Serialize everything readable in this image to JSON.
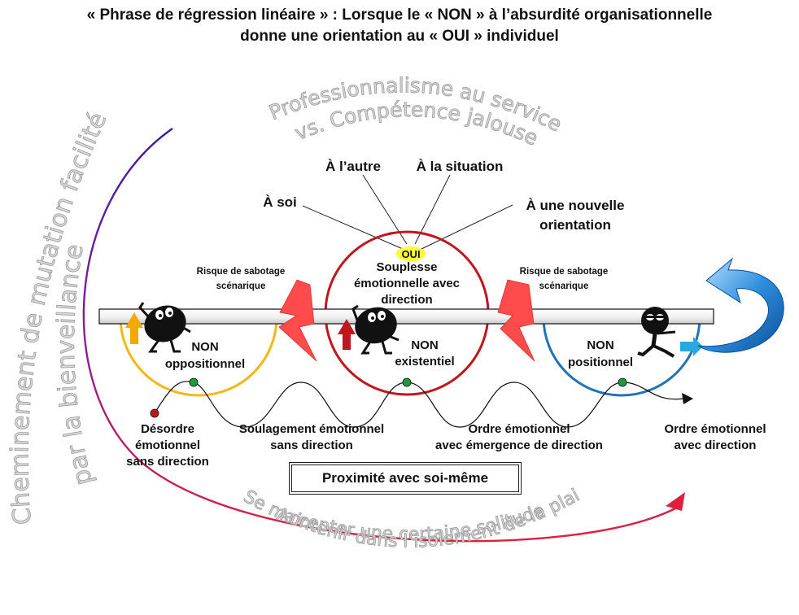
{
  "title": {
    "line1": "« Phrase de régression linéaire » : Lorsque le « NON » à l’absurdité organisationnelle",
    "line2": "donne une orientation au « OUI » individuel"
  },
  "arcs": {
    "top_line1": "Professionnalisme au service",
    "top_line2": "vs. Compétence jalouse",
    "left_line1": "Cheminement de mutation facilité",
    "left_line2": "par la bienveillance",
    "bottom_line1": "Accepter une certaine solitude",
    "bottom_line2": "vs. Se maintenir dans l’isolement de la plainte"
  },
  "yes_targets": {
    "self": "À soi",
    "other": "À l’autre",
    "situation": "À la situation",
    "orientation_1": "À une nouvelle",
    "orientation_2": "orientation"
  },
  "oui_label": "OUI",
  "souplesse": [
    "Souplesse",
    "émotionnelle avec",
    "direction"
  ],
  "risk_left": [
    "Risque de sabotage",
    "scénarique"
  ],
  "risk_right": [
    "Risque de sabotage",
    "scénarique"
  ],
  "non_labels": {
    "oppositionnel": [
      "NON",
      "oppositionnel"
    ],
    "existentiel": [
      "NON",
      "existentiel"
    ],
    "positionnel": [
      "NON",
      "positionnel"
    ]
  },
  "stages": {
    "desordre": [
      "Désordre",
      "émotionnel",
      "sans direction"
    ],
    "soulagement": [
      "Soulagement émotionnel",
      "sans direction"
    ],
    "ordre_emergence": [
      "Ordre émotionnel",
      "avec émergence de direction"
    ],
    "ordre_direction": [
      "Ordre émotionnel",
      "avec direction"
    ]
  },
  "proximity_box": "Proximité avec soi-même",
  "colors": {
    "yellow_circle": "#f2b71a",
    "red_circle": "#c0161c",
    "blue_circle": "#1f73b7",
    "lightning": "#ff4b4b",
    "oui_highlight": "#ffff33",
    "yellow_arrow": "#f5a800",
    "red_arrow": "#c0161c",
    "blue_arrow": "#29a9e0"
  }
}
